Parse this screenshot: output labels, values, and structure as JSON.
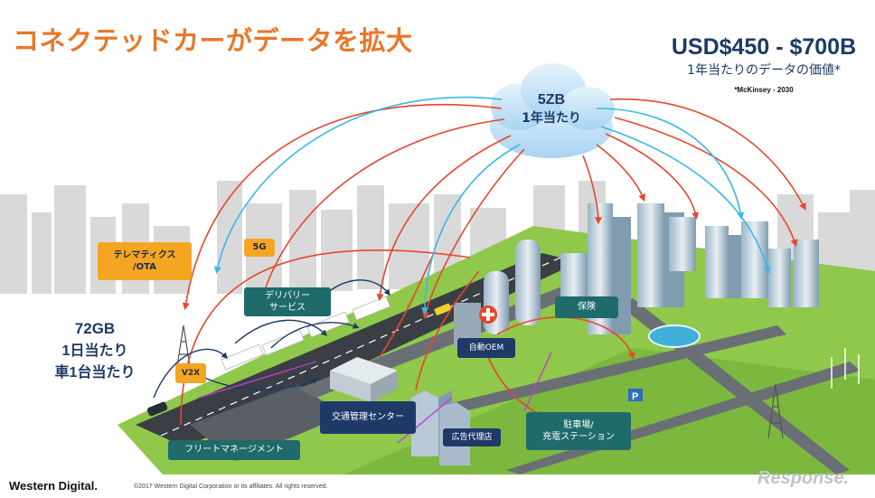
{
  "title": "コネクテッドカーがデータを拡大",
  "value": {
    "main": "USD$450 - $700B",
    "sub": "1年当たりのデータの価値*",
    "source": "*McKinsey - 2030"
  },
  "cloud": {
    "line1": "5ZB",
    "line2": "1年当たり"
  },
  "stat": {
    "line1": "72GB",
    "line2": "1日当たり",
    "line3": "車1台当たり"
  },
  "labels": {
    "telematics": "テレマティクス\n/OTA",
    "fiveg": "5G",
    "delivery": "デリバリー\nサービス",
    "v2x": "V2X",
    "traffic": "交通管理センター",
    "fleet": "フリートマネージメント",
    "oem": "自動OEM",
    "insurance": "保険",
    "ad": "広告代理店",
    "parking": "駐車場/\n充電ステーション"
  },
  "footer": {
    "logo": "Western Digital.",
    "copyright": "©2017 Western Digital Corporation or its affiliates. All rights reserved.",
    "watermark": "Response."
  },
  "colors": {
    "title": "#e8772a",
    "navy": "#1c3a66",
    "orange_box": "#f4a623",
    "teal_box": "#1f6b6b",
    "ground": "#8fc84a",
    "road": "#3a3f45"
  }
}
